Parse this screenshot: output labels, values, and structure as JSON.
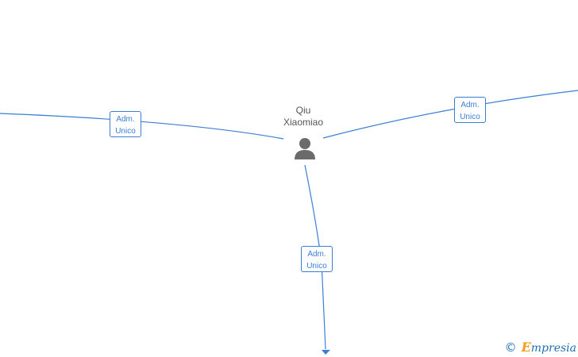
{
  "person": {
    "name_line1": "Qiu",
    "name_line2": "Xiaomiao",
    "icon": "person-icon"
  },
  "edges": [
    {
      "line1": "Adm.",
      "line2": "Unico"
    },
    {
      "line1": "Adm.",
      "line2": "Unico"
    },
    {
      "line1": "Adm.",
      "line2": "Unico"
    }
  ],
  "brand": {
    "copyright": "©",
    "name_first": "E",
    "name_rest": "mpresia"
  },
  "colors": {
    "edge": "#3a7fd5",
    "person_icon": "#6b6b6b",
    "brand": "#1f6fb0",
    "brand_accent": "#f39c12"
  }
}
